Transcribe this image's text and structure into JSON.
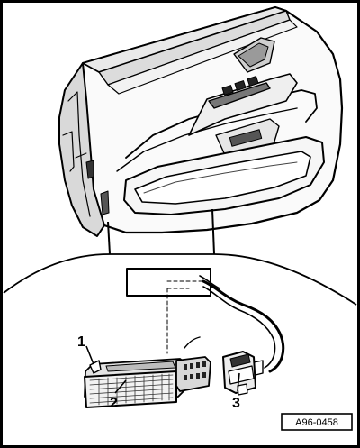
{
  "figure": {
    "reference_code": "A96-0458",
    "callouts": [
      "1",
      "2",
      "3"
    ]
  }
}
